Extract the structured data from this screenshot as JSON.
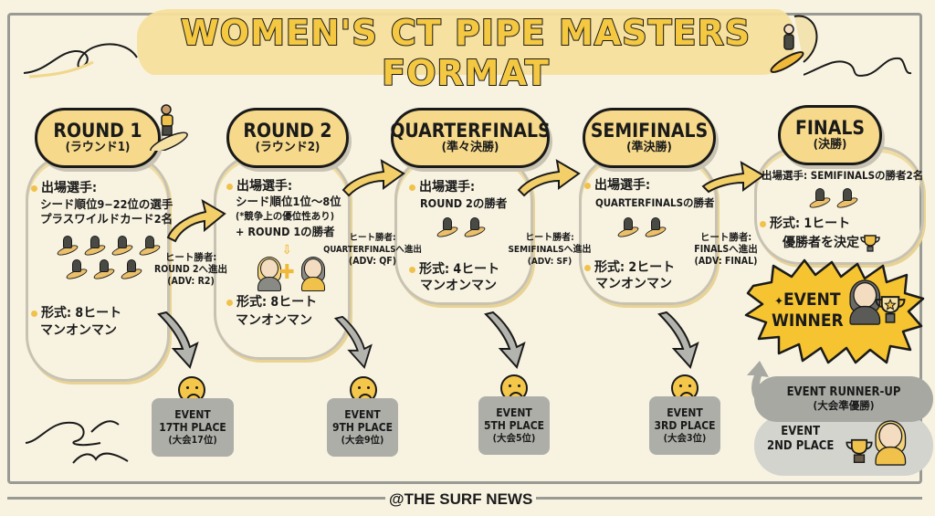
{
  "title": "WOMEN'S CT PIPE MASTERS FORMAT",
  "credit": "@THE SURF NEWS",
  "colors": {
    "background": "#f8f3e1",
    "accent_yellow": "#f5c842",
    "cloud_fill": "#f6d98a",
    "grey_box": "#aeaea9",
    "frame": "#9a9a94"
  },
  "stages": [
    {
      "name": "ROUND 1",
      "name_jp": "(ラウンド1)",
      "entrants_label": "出場選手:",
      "entrants_lines": [
        "シード順位9−22位の選手",
        "プラスワイルドカード2名"
      ],
      "format_label": "形式: 8ヒート",
      "format_sub": "マンオンマン",
      "surfer_icons": 7,
      "advance": {
        "line1": "ヒート勝者:",
        "line2": "ROUND 2へ進出",
        "line3": "(ADV: R2)"
      },
      "eliminated": {
        "line1": "EVENT",
        "line2": "17TH PLACE",
        "line3": "(大会17位)"
      }
    },
    {
      "name": "ROUND 2",
      "name_jp": "(ラウンド2)",
      "entrants_label": "出場選手:",
      "entrants_lines": [
        "シード順位1位〜8位",
        "(*競争上の優位性あり)",
        "+ ROUND 1の勝者"
      ],
      "format_label": "形式: 8ヒート",
      "format_sub": "マンオンマン",
      "advance": {
        "line1": "ヒート勝者:",
        "line2": "QUARTERFINALSへ進出",
        "line3": "(ADV: QF)"
      },
      "eliminated": {
        "line1": "EVENT",
        "line2": "9TH PLACE",
        "line3": "(大会9位)"
      }
    },
    {
      "name": "QUARTERFINALS",
      "name_jp": "(準々決勝)",
      "entrants_label": "出場選手:",
      "entrants_lines": [
        "ROUND 2の勝者"
      ],
      "format_label": "形式: 4ヒート",
      "format_sub": "マンオンマン",
      "surfer_icons": 2,
      "advance": {
        "line1": "ヒート勝者:",
        "line2": "SEMIFINALSへ進出",
        "line3": "(ADV: SF)"
      },
      "eliminated": {
        "line1": "EVENT",
        "line2": "5TH PLACE",
        "line3": "(大会5位)"
      }
    },
    {
      "name": "SEMIFINALS",
      "name_jp": "(準決勝)",
      "entrants_label": "出場選手:",
      "entrants_lines": [
        "QUARTERFINALSの勝者"
      ],
      "format_label": "形式: 2ヒート",
      "format_sub": "マンオンマン",
      "surfer_icons": 2,
      "advance": {
        "line1": "ヒート勝者:",
        "line2": "FINALSへ進出",
        "line3": "(ADV: FINAL)"
      },
      "eliminated": {
        "line1": "EVENT",
        "line2": "3RD PLACE",
        "line3": "(大会3位)"
      }
    },
    {
      "name": "FINALS",
      "name_jp": "(決勝)",
      "entrants_label": "出場選手: SEMIFINALSの勝者2名",
      "format_label": "形式: 1ヒート",
      "format_sub": "優勝者を決定",
      "surfer_icons": 2
    }
  ],
  "winner": {
    "line1": "EVENT",
    "line2": "WINNER"
  },
  "runner_up": {
    "line1": "EVENT RUNNER-UP",
    "line2": "(大会準優勝)"
  },
  "second_place": {
    "line1": "EVENT",
    "line2": "2ND PLACE"
  }
}
